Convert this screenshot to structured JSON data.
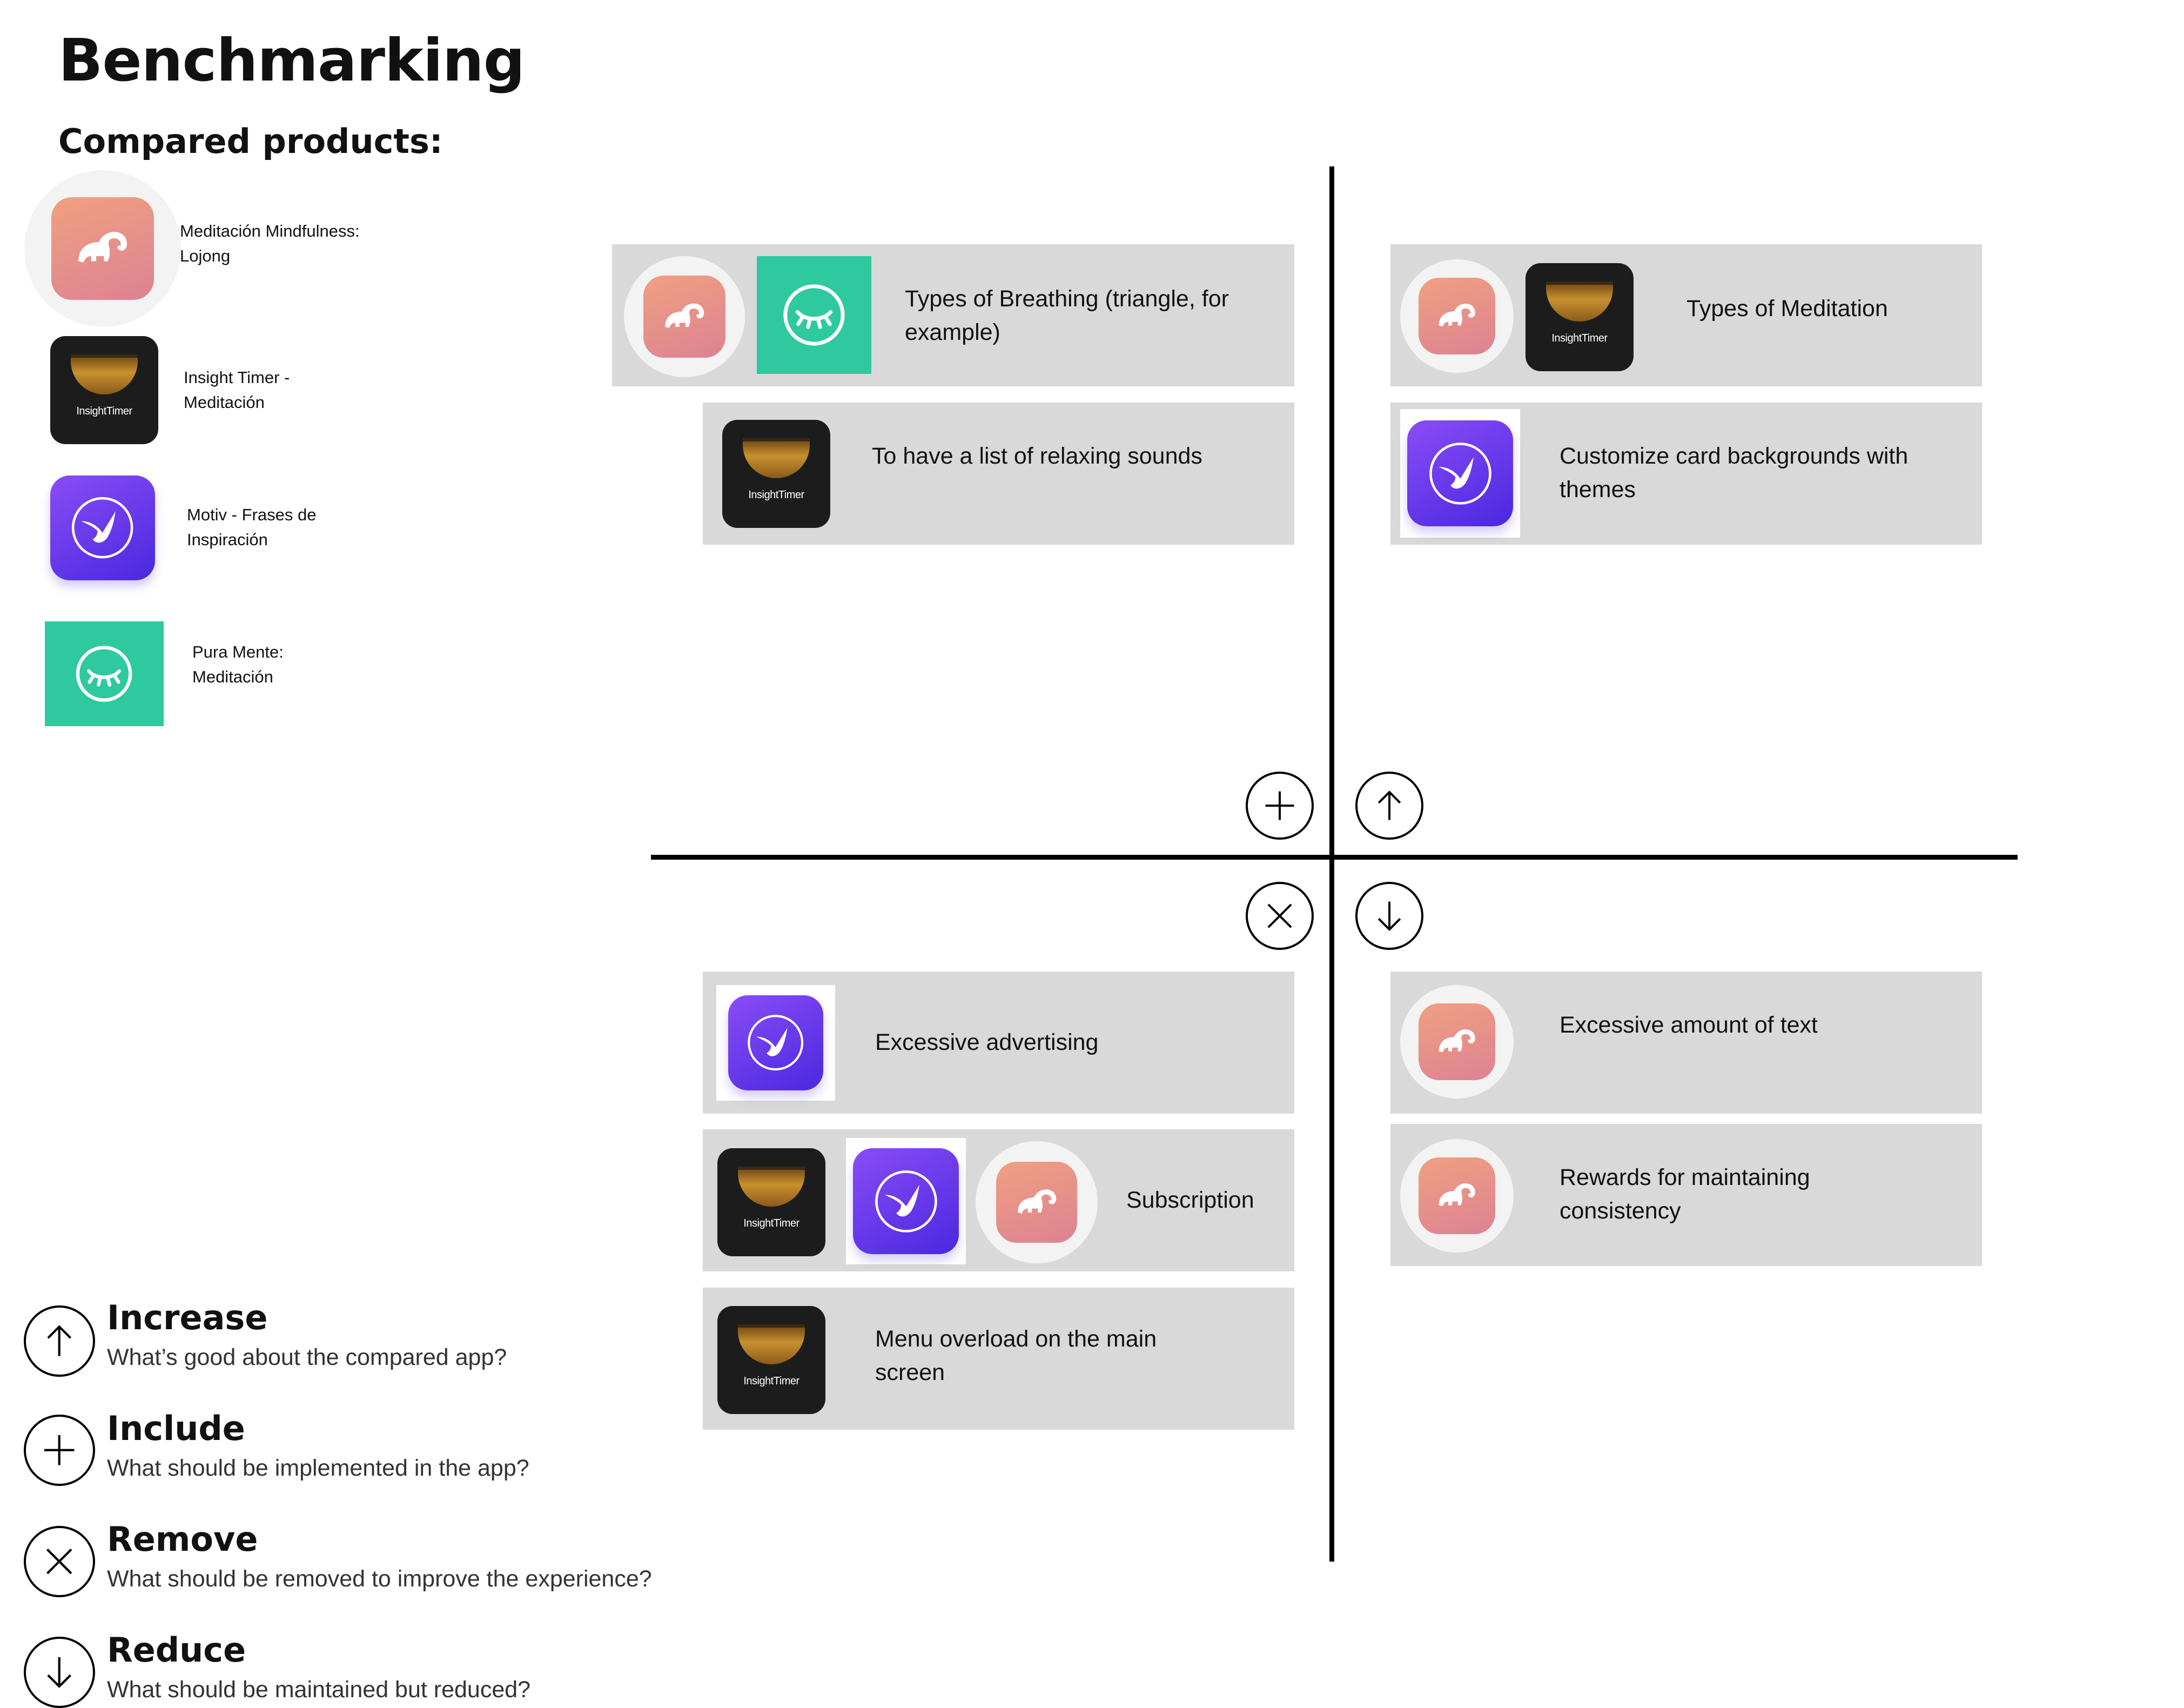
{
  "page": {
    "title": "Benchmarking",
    "subtitle": "Compared products:"
  },
  "products": [
    {
      "name": "Meditación Mindfulness: Lojong",
      "line1": "Meditación Mindfulness:",
      "line2": "Lojong",
      "icon": "elephant-icon"
    },
    {
      "name": "Insight Timer - Meditación",
      "line1": "Insight Timer -",
      "line2": "Meditación",
      "icon": "singing-bowl-icon"
    },
    {
      "name": "Motiv - Frases de Inspiración",
      "line1": "Motiv - Frases de",
      "line2": "Inspiración",
      "icon": "hummingbird-icon"
    },
    {
      "name": "Pura Mente: Meditación",
      "line1": "Pura Mente:",
      "line2": "Meditación",
      "icon": "closed-eye-icon"
    }
  ],
  "icon_text": {
    "insight": "InsightTimer"
  },
  "quadrants": {
    "include": {
      "symbol": "plus-icon",
      "cards": [
        {
          "line1": "Types of Breathing (triangle, for",
          "line2": "example)",
          "apps": [
            "Lojong",
            "Pura Mente"
          ]
        },
        {
          "line1": "To have a list of relaxing sounds",
          "line2": "",
          "apps": [
            "Insight Timer"
          ]
        }
      ]
    },
    "increase": {
      "symbol": "arrow-up-icon",
      "cards": [
        {
          "line1": "Types of Meditation",
          "line2": "",
          "apps": [
            "Lojong",
            "Insight Timer"
          ]
        },
        {
          "line1": "Customize card backgrounds with",
          "line2": "themes",
          "apps": [
            "Motiv"
          ]
        }
      ]
    },
    "remove": {
      "symbol": "close-icon",
      "cards": [
        {
          "line1": "Excessive advertising",
          "line2": "",
          "apps": [
            "Motiv"
          ]
        },
        {
          "line1": "Subscription",
          "line2": "",
          "apps": [
            "Insight Timer",
            "Motiv",
            "Lojong"
          ]
        },
        {
          "line1": "Menu overload on the main",
          "line2": "screen",
          "apps": [
            "Insight Timer"
          ]
        }
      ]
    },
    "reduce": {
      "symbol": "arrow-down-icon",
      "cards": [
        {
          "line1": "Excessive amount of text",
          "line2": "",
          "apps": [
            "Lojong"
          ]
        },
        {
          "line1": "Rewards for maintaining",
          "line2": "consistency",
          "apps": [
            "Lojong"
          ]
        }
      ]
    }
  },
  "legend": [
    {
      "title": "Increase",
      "desc": "What’s good about the compared app?",
      "icon": "arrow-up-icon"
    },
    {
      "title": "Include",
      "desc": "What should be implemented in the app?",
      "icon": "plus-icon"
    },
    {
      "title": "Remove",
      "desc": "What should be removed to improve the experience?",
      "icon": "close-icon"
    },
    {
      "title": "Reduce",
      "desc": "What should be maintained but reduced?",
      "icon": "arrow-down-icon"
    }
  ],
  "colors": {
    "card": "#d9d9d9",
    "lojong": "#e89088",
    "insight": "#1c1c1c",
    "motiv": "#5a30e6",
    "pura": "#2ec99e"
  }
}
